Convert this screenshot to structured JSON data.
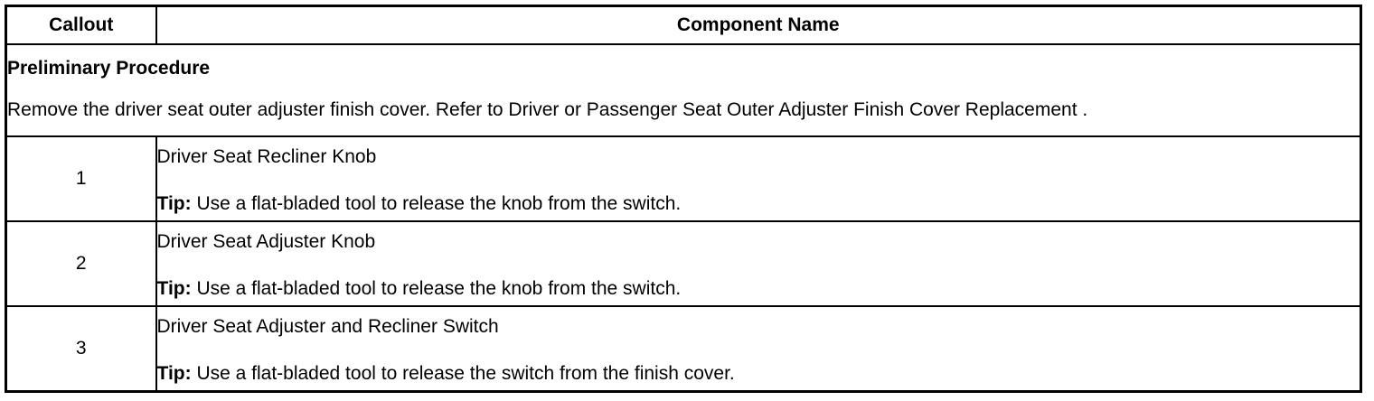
{
  "header": {
    "callout": "Callout",
    "component_name": "Component Name"
  },
  "preliminary": {
    "title": "Preliminary Procedure",
    "text": "Remove the driver seat outer adjuster finish cover. Refer to Driver or Passenger Seat Outer Adjuster Finish Cover Replacement ."
  },
  "tip_label": "Tip:",
  "rows": [
    {
      "callout": "1",
      "name": "Driver Seat Recliner Knob",
      "tip": "Use a flat-bladed tool to release the knob from the switch."
    },
    {
      "callout": "2",
      "name": "Driver Seat Adjuster Knob",
      "tip": "Use a flat-bladed tool to release the knob from the switch."
    },
    {
      "callout": "3",
      "name": "Driver Seat Adjuster and Recliner Switch",
      "tip": "Use a flat-bladed tool to release the switch from the finish cover."
    }
  ]
}
